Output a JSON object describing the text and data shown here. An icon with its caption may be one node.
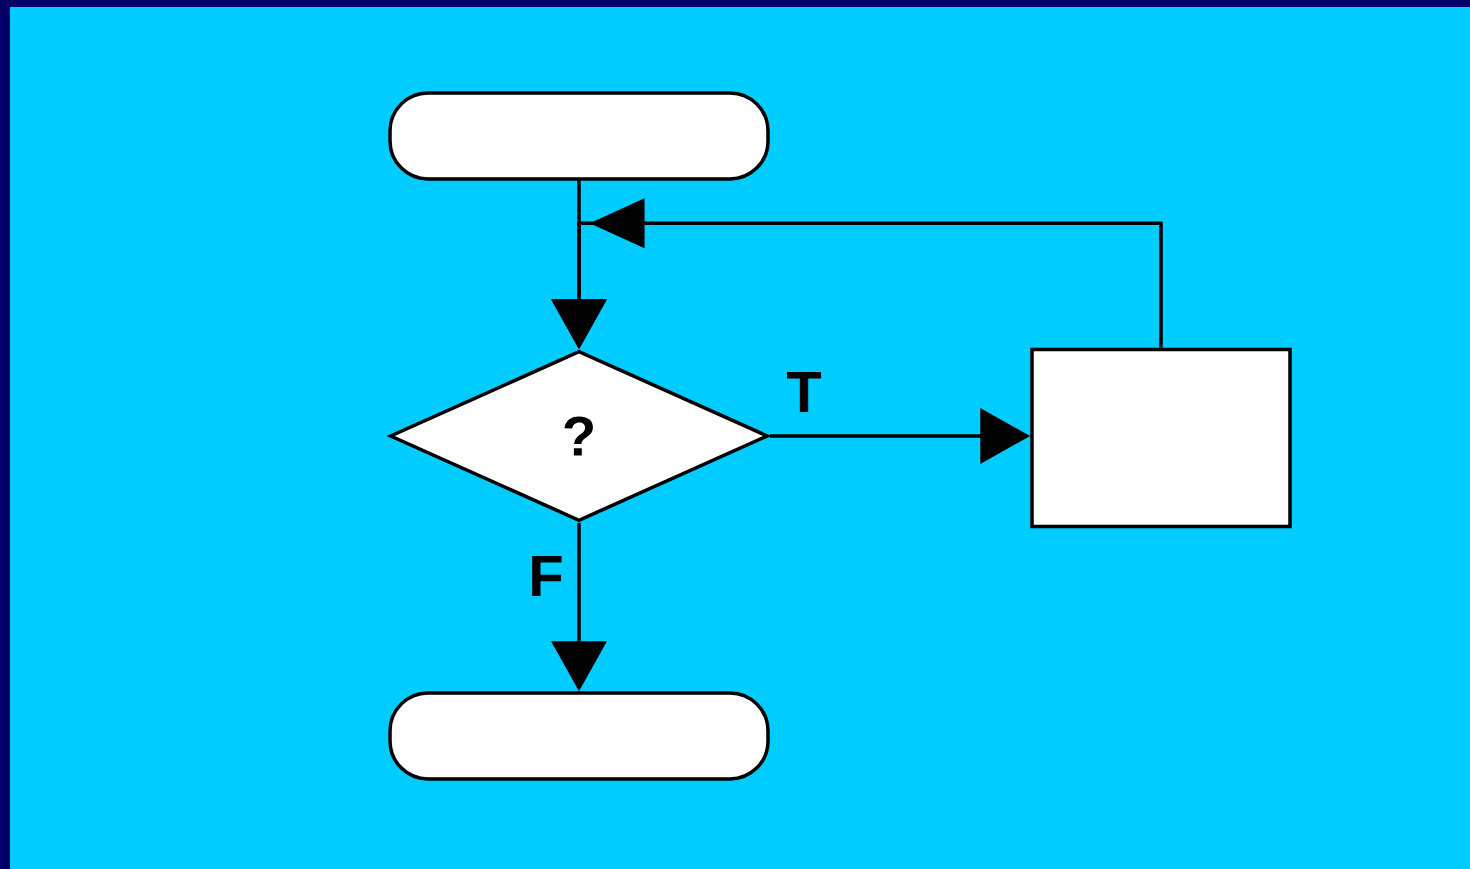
{
  "diagram": {
    "nodes": [
      {
        "text": [],
        "shape": "oval"
      },
      {
        "text": [
          "?"
        ]
      },
      {
        "text": [],
        "shape": "box"
      },
      {
        "text": [],
        "shape": "oval"
      }
    ],
    "edges": [
      {
        "from": 0,
        "to": 1,
        "arrow": "to"
      },
      {
        "from": 1,
        "to": 2,
        "arrow": "to",
        "label": "T"
      },
      {
        "from": 1,
        "to": 3,
        "arrow": "to",
        "label": "F"
      },
      {
        "from": 2,
        "to": 1,
        "arrow": "to"
      }
    ]
  }
}
